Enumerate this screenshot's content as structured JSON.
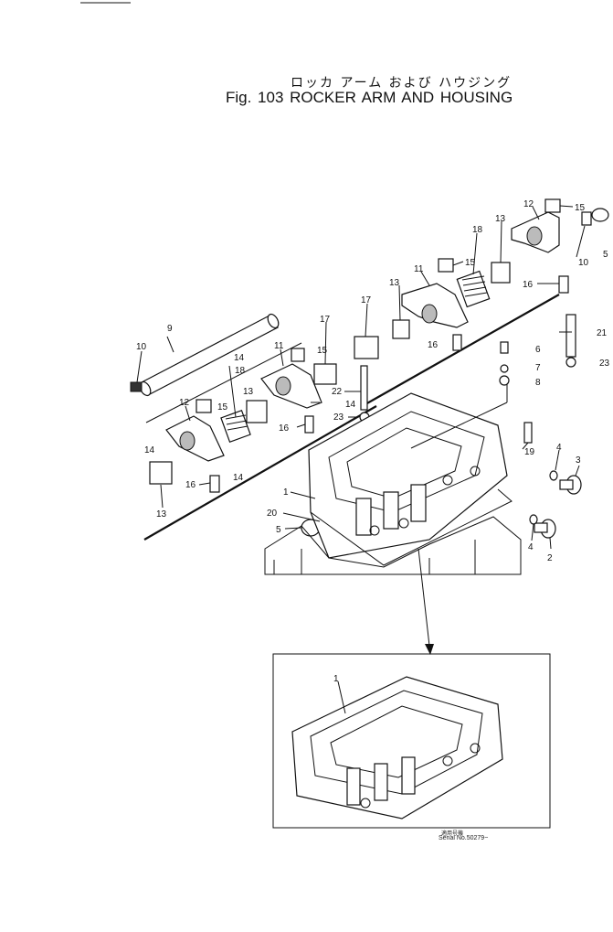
{
  "title": {
    "japanese": "ロッカ アーム および ハウジング",
    "english": "Fig. 103 ROCKER ARM AND HOUSING"
  },
  "callouts": [
    {
      "id": "c12a",
      "label": "12"
    },
    {
      "id": "c15a",
      "label": "15"
    },
    {
      "id": "c5a",
      "label": "5"
    },
    {
      "id": "c10a",
      "label": "10"
    },
    {
      "id": "c16a",
      "label": "16"
    },
    {
      "id": "c18a",
      "label": "18"
    },
    {
      "id": "c13a",
      "label": "13"
    },
    {
      "id": "c15b",
      "label": "15"
    },
    {
      "id": "c11a",
      "label": "11"
    },
    {
      "id": "c13b",
      "label": "13"
    },
    {
      "id": "c16b",
      "label": "16"
    },
    {
      "id": "c17a",
      "label": "17"
    },
    {
      "id": "c17b",
      "label": "17"
    },
    {
      "id": "c21",
      "label": "21"
    },
    {
      "id": "c6",
      "label": "6"
    },
    {
      "id": "c7",
      "label": "7"
    },
    {
      "id": "c8",
      "label": "8"
    },
    {
      "id": "c23a",
      "label": "23"
    },
    {
      "id": "c9",
      "label": "9"
    },
    {
      "id": "c10b",
      "label": "10"
    },
    {
      "id": "c14a",
      "label": "14"
    },
    {
      "id": "c11b",
      "label": "11"
    },
    {
      "id": "c15c",
      "label": "15"
    },
    {
      "id": "c18b",
      "label": "18"
    },
    {
      "id": "c13c",
      "label": "13"
    },
    {
      "id": "c14b",
      "label": "14"
    },
    {
      "id": "c12b",
      "label": "12"
    },
    {
      "id": "c15d",
      "label": "15"
    },
    {
      "id": "c16c",
      "label": "16"
    },
    {
      "id": "c22",
      "label": "22"
    },
    {
      "id": "c23b",
      "label": "23"
    },
    {
      "id": "c14c",
      "label": "14"
    },
    {
      "id": "c14d",
      "label": "14"
    },
    {
      "id": "c16d",
      "label": "16"
    },
    {
      "id": "c13d",
      "label": "13"
    },
    {
      "id": "c1a",
      "label": "1"
    },
    {
      "id": "c20",
      "label": "20"
    },
    {
      "id": "c5b",
      "label": "5"
    },
    {
      "id": "c19",
      "label": "19"
    },
    {
      "id": "c4a",
      "label": "4"
    },
    {
      "id": "c3",
      "label": "3"
    },
    {
      "id": "c4b",
      "label": "4"
    },
    {
      "id": "c2",
      "label": "2"
    },
    {
      "id": "c1b",
      "label": "1"
    }
  ],
  "serial": {
    "japanese": "適用号機",
    "english": "Serial No.50279~"
  }
}
